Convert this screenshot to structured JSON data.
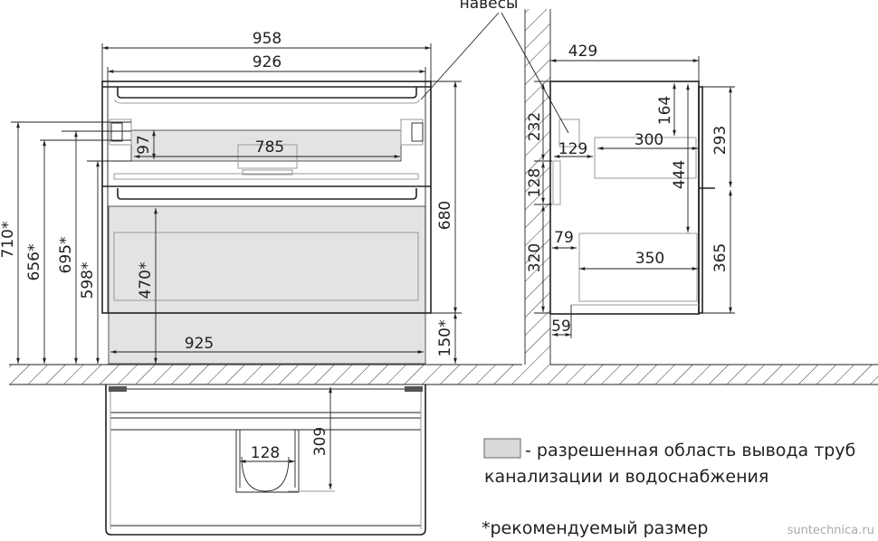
{
  "front_view": {
    "overall_width": "958",
    "body_width": "926",
    "pipe_zone_width": "785",
    "pipe_zone_height": "97",
    "lower_zone_height": "470*",
    "lower_zone_width": "925",
    "body_height": "680",
    "floor_clearance": "150*",
    "mount_heights": [
      "710*",
      "656*",
      "695*",
      "598*"
    ]
  },
  "side_view": {
    "hinges_label": "навесы",
    "depth": "429",
    "top_drawer_offset": "164",
    "top_drawer_depth": "300",
    "top_drawer_setback": "129",
    "top_zone_depth": "444",
    "top_door_height": "293",
    "bottom_door_height": "365",
    "bottom_drawer_depth": "350",
    "bottom_drawer_setback": "79",
    "plinth_setback": "59",
    "wall_dims": [
      "232",
      "128",
      "320"
    ]
  },
  "top_view": {
    "cutout_width": "128",
    "cutout_depth": "309"
  },
  "legend": {
    "swatch_color": "#d9d9d9",
    "line1": "- разрешенная область вывода труб",
    "line2": "канализации и водоснабжения",
    "footnote": "*рекомендуемый размер"
  },
  "watermark": "suntechnica.ru"
}
